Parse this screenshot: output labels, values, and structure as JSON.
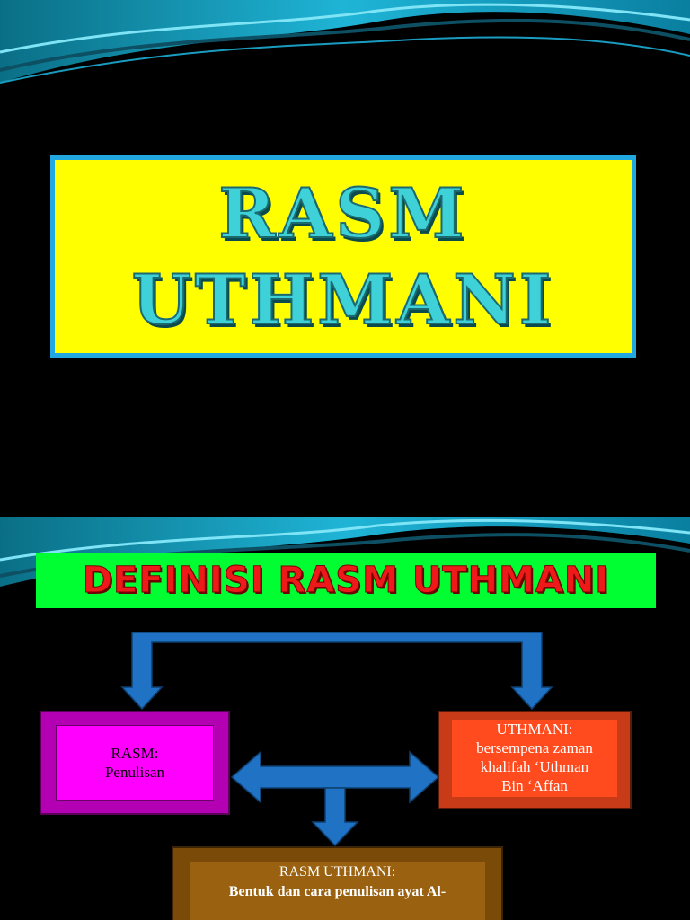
{
  "slides": [
    {
      "title_line1": "RASM",
      "title_line2": "UTHMANI"
    },
    {
      "heading": "DEFINISI RASM UTHMANI",
      "rasm_box": {
        "line1": "RASM:",
        "line2": "Penulisan"
      },
      "uthmani_box": {
        "line1": "UTHMANI:",
        "line2": "bersempena zaman",
        "line3": "khalifah ‘Uthman",
        "line4": "Bin ‘Affan"
      },
      "definition_box": {
        "line1": "RASM UTHMANI:",
        "line2": "Bentuk dan cara penulisan ayat Al-"
      }
    }
  ],
  "colors": {
    "title_box": "#ffff00",
    "title_border": "#21a8e0",
    "title_text": "#3ed2d8",
    "heading_bar": "#00ff32",
    "heading_text": "#ee1a1a",
    "rasm_box": "#ff00ff",
    "uthmani_box": "#ff4b1e",
    "definition_box": "#9a6210",
    "arrows": "#1f72c4"
  }
}
